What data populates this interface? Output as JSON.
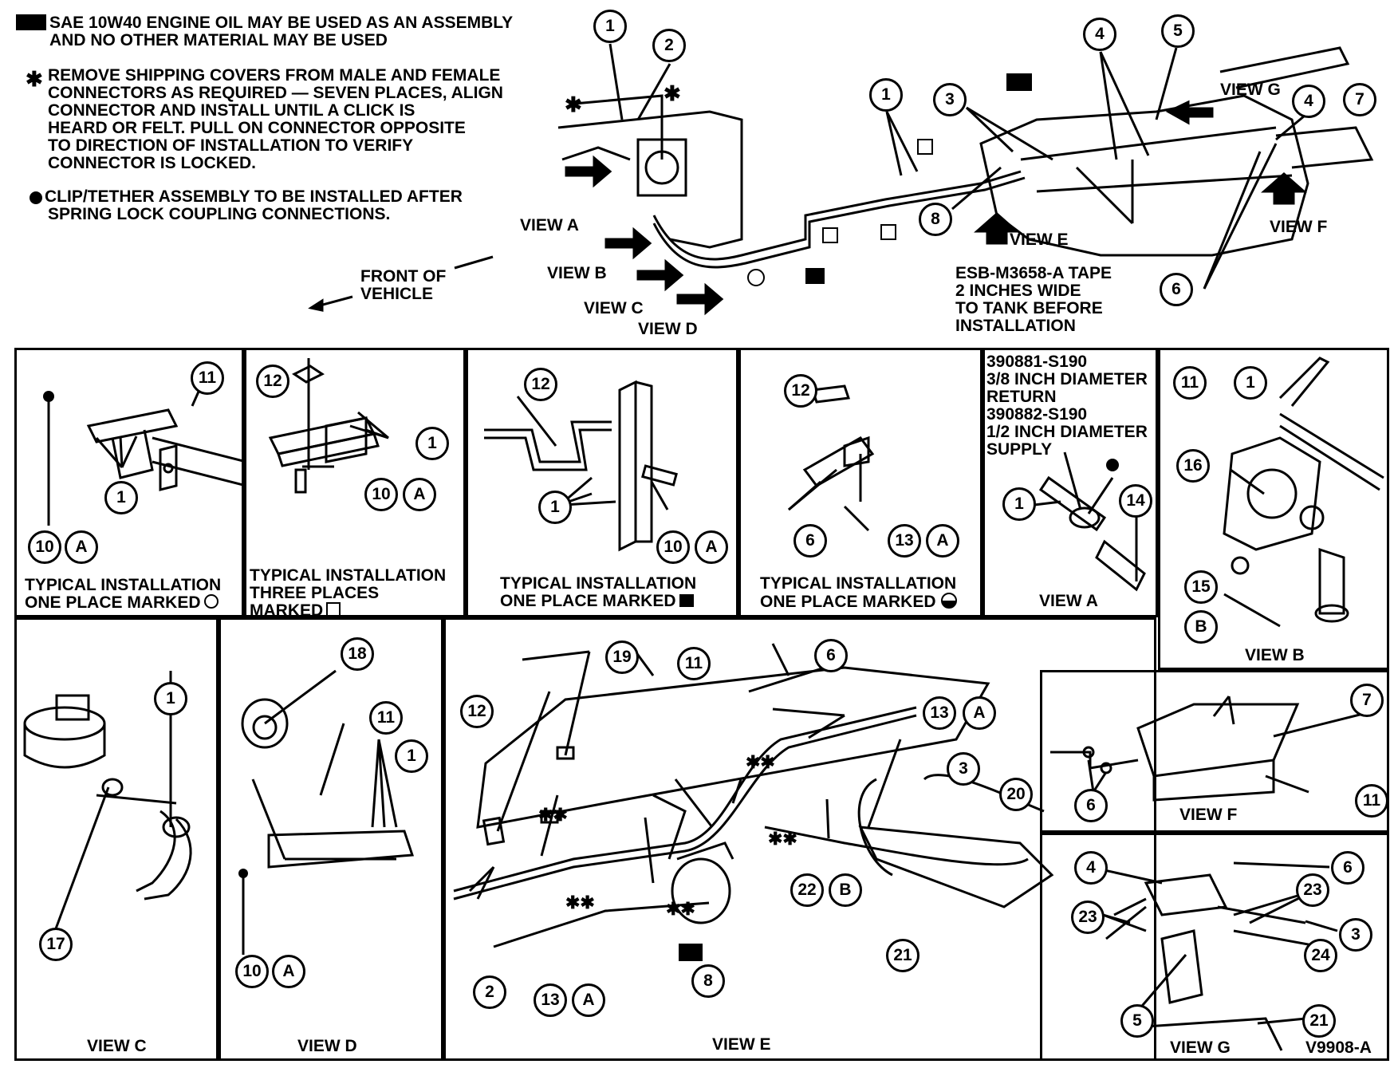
{
  "notes": {
    "oil_line1": "SAE 10W40 ENGINE OIL MAY BE USED AS AN ASSEMBLY",
    "oil_line2": "AND NO OTHER MATERIAL MAY BE USED",
    "star_lines": [
      "REMOVE SHIPPING COVERS FROM MALE AND FEMALE",
      "CONNECTORS AS REQUIRED — SEVEN PLACES, ALIGN",
      "CONNECTOR AND INSTALL UNTIL A CLICK IS",
      "HEARD OR FELT. PULL ON CONNECTOR OPPOSITE",
      "TO DIRECTION OF INSTALLATION TO VERIFY",
      "CONNECTOR IS LOCKED."
    ],
    "clip_line1": "CLIP/TETHER ASSEMBLY TO BE INSTALLED AFTER",
    "clip_line2": "SPRING LOCK COUPLING CONNECTIONS.",
    "front_of_vehicle": "FRONT OF\nVEHICLE"
  },
  "main_view": {
    "view_labels": {
      "a": "VIEW A",
      "b": "VIEW B",
      "c": "VIEW C",
      "d": "VIEW D",
      "e": "VIEW E",
      "f": "VIEW F",
      "g": "VIEW G"
    },
    "tape_note": "ESB-M3658-A TAPE\n2 INCHES WIDE\nTO TANK BEFORE\nINSTALLATION",
    "callouts": [
      "1",
      "2",
      "1",
      "3",
      "4",
      "5",
      "4",
      "7",
      "8",
      "6"
    ]
  },
  "panels": {
    "p1": {
      "caption": "TYPICAL INSTALLATION\nONE PLACE MARKED",
      "callouts": [
        "11",
        "1",
        "10",
        "A"
      ]
    },
    "p2": {
      "caption": "TYPICAL INSTALLATION\nTHREE PLACES\nMARKED",
      "callouts": [
        "12",
        "1",
        "10",
        "A"
      ]
    },
    "p3": {
      "caption": "TYPICAL INSTALLATION\nONE PLACE MARKED",
      "callouts": [
        "12",
        "1",
        "10",
        "A"
      ]
    },
    "p4": {
      "caption": "TYPICAL INSTALLATION\nONE PLACE MARKED",
      "callouts": [
        "12",
        "6",
        "13",
        "A"
      ]
    },
    "view_a": {
      "parts": "390881-S190\n3/8 INCH DIAMETER\nRETURN\n390882-S190\n1/2 INCH DIAMETER\nSUPPLY",
      "caption": "VIEW A",
      "callouts": [
        "1",
        "14"
      ]
    },
    "view_b": {
      "caption": "VIEW B",
      "callouts": [
        "11",
        "1",
        "16",
        "15",
        "B"
      ]
    },
    "view_c": {
      "caption": "VIEW C",
      "callouts": [
        "1",
        "17"
      ]
    },
    "view_d": {
      "caption": "VIEW D",
      "callouts": [
        "18",
        "11",
        "1",
        "10",
        "A"
      ]
    },
    "view_e": {
      "caption": "VIEW E",
      "callouts": [
        "19",
        "11",
        "6",
        "12",
        "13",
        "A",
        "3",
        "20",
        "2",
        "13",
        "A",
        "8",
        "22",
        "B",
        "21"
      ]
    },
    "view_f": {
      "caption": "VIEW F",
      "callouts": [
        "7",
        "6",
        "11"
      ]
    },
    "view_g": {
      "caption": "VIEW G",
      "ref": "V9908-A",
      "callouts": [
        "4",
        "6",
        "23",
        "23",
        "3",
        "24",
        "5",
        "21"
      ]
    }
  }
}
